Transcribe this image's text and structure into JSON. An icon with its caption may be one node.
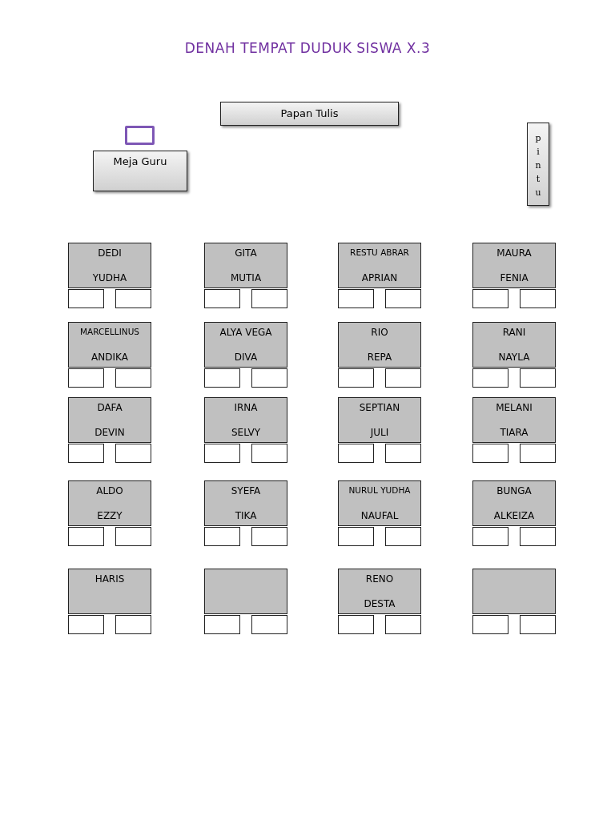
{
  "diagram": {
    "title": "DENAH TEMPAT DUDUK SISWA X.3",
    "nodes": [
      {
        "text": [
          "Papan Tulis"
        ]
      },
      {
        "text": [],
        "shape": "box"
      },
      {
        "text": [
          "pintu"
        ]
      },
      {
        "text": [
          "Meja Guru"
        ]
      },
      {
        "text": [
          "DEDI",
          "YUDHA"
        ]
      },
      {
        "text": [
          "GITA",
          "MUTIA"
        ]
      },
      {
        "text": [
          "RESTU ABRAR",
          "APRIAN"
        ]
      },
      {
        "text": [
          "MAURA",
          "FENIA"
        ]
      },
      {
        "text": [],
        "shape": "box"
      },
      {
        "text": [],
        "shape": "box"
      },
      {
        "text": [],
        "shape": "box"
      },
      {
        "text": [],
        "shape": "box"
      },
      {
        "text": [],
        "shape": "box"
      },
      {
        "text": [],
        "shape": "box"
      },
      {
        "text": [],
        "shape": "box"
      },
      {
        "text": [],
        "shape": "box"
      },
      {
        "text": [
          "MARCELLINUS",
          "ANDIKA"
        ]
      },
      {
        "text": [
          "ALYA VEGA",
          "DIVA"
        ]
      },
      {
        "text": [
          "RIO",
          "REPA"
        ]
      },
      {
        "text": [
          "RANI",
          "NAYLA"
        ]
      },
      {
        "text": [],
        "shape": "box"
      },
      {
        "text": [],
        "shape": "box"
      },
      {
        "text": [],
        "shape": "box"
      },
      {
        "text": [],
        "shape": "box"
      },
      {
        "text": [],
        "shape": "box"
      },
      {
        "text": [],
        "shape": "box"
      },
      {
        "text": [],
        "shape": "box"
      },
      {
        "text": [],
        "shape": "box"
      },
      {
        "text": [
          "DAFA",
          "DEVIN"
        ]
      },
      {
        "text": [
          "IRNA",
          "SELVY"
        ]
      },
      {
        "text": [
          "SEPTIAN",
          "JULI"
        ]
      },
      {
        "text": [
          "MELANI",
          "TIARA"
        ]
      },
      {
        "text": [],
        "shape": "box"
      },
      {
        "text": [],
        "shape": "box"
      },
      {
        "text": [],
        "shape": "box"
      },
      {
        "text": [],
        "shape": "box"
      },
      {
        "text": [],
        "shape": "box"
      },
      {
        "text": [],
        "shape": "box"
      },
      {
        "text": [],
        "shape": "box"
      },
      {
        "text": [],
        "shape": "box"
      },
      {
        "text": [
          "ALDO",
          "EZZY"
        ]
      },
      {
        "text": [
          "SYEFA",
          "TIKA"
        ]
      },
      {
        "text": [
          "NURUL YUDHA",
          "NAUFAL"
        ]
      },
      {
        "text": [
          "BUNGA",
          "ALKEIZA"
        ]
      },
      {
        "text": [],
        "shape": "box"
      },
      {
        "text": [],
        "shape": "box"
      },
      {
        "text": [],
        "shape": "box"
      },
      {
        "text": [],
        "shape": "box"
      },
      {
        "text": [],
        "shape": "box"
      },
      {
        "text": [],
        "shape": "box"
      },
      {
        "text": [],
        "shape": "box"
      },
      {
        "text": [],
        "shape": "box"
      },
      {
        "text": [
          "HARIS"
        ]
      },
      {
        "text": [],
        "shape": "box"
      },
      {
        "text": [
          "RENO",
          "DESTA"
        ]
      },
      {
        "text": [],
        "shape": "box"
      },
      {
        "text": [],
        "shape": "box"
      },
      {
        "text": [],
        "shape": "box"
      },
      {
        "text": [],
        "shape": "box"
      },
      {
        "text": [],
        "shape": "box"
      },
      {
        "text": [],
        "shape": "box"
      },
      {
        "text": [],
        "shape": "box"
      },
      {
        "text": [],
        "shape": "box"
      },
      {
        "text": [],
        "shape": "box"
      }
    ]
  }
}
